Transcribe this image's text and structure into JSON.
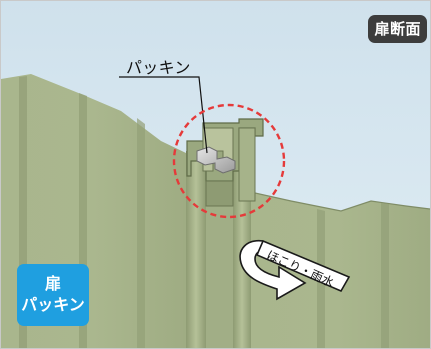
{
  "section_badge": "扉断面",
  "callout_label": "パッキン",
  "arrow_label": "ほこり・雨水",
  "feature_badge": [
    "扉",
    "パッキン"
  ],
  "colors": {
    "panel": "#a7b48b",
    "panel_dark": "#8f9c74",
    "sky": "#d4e5ef",
    "highlight_ring": "#e53a3a",
    "badge_blue": "#1f9fe0",
    "badge_dark": "#3d3d3d"
  }
}
